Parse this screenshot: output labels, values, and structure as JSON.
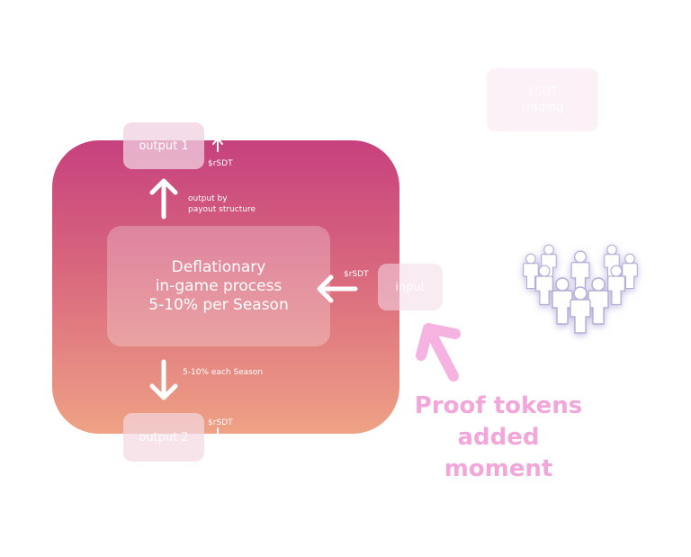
{
  "diagram": {
    "center_box": {
      "line1": "Deflationary",
      "line2": "in-game process",
      "line3": "5-10% per Season"
    },
    "output1_label": "output 1",
    "output2_label": "output 2",
    "input_label": "input",
    "trading_line1": "$SDT",
    "trading_line2": "trading",
    "output_by_line1": "output by",
    "output_by_line2": "payout structure",
    "season_label": "5-10% each Season",
    "rsdt_top": "$rSDT",
    "rsdt_right": "$rSDT",
    "rsdt_bottom": "$rSDT",
    "proof_line1": "Proof tokens",
    "proof_line2": "added moment",
    "crowd_icon": "people-group-icon",
    "colors": {
      "gradient_top": "#c6417e",
      "gradient_bottom": "#efa285",
      "proof_pink": "#f2a6da"
    }
  }
}
